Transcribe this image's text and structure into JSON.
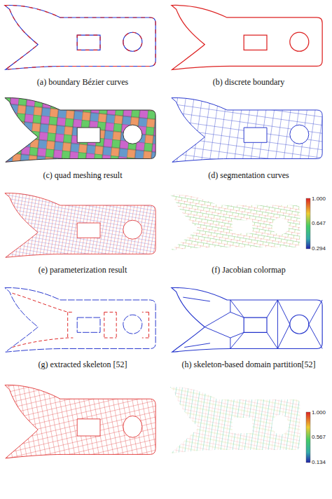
{
  "diagram": {
    "labels": [
      "(a) boundary Bézier curves",
      "(b) discrete boundary",
      "(c) quad meshing result",
      "(d) segmentation curves",
      "(e) parameterization result",
      "(f) Jacobian colormap",
      "(g) extracted skeleton [52]",
      "(h) skeleton-based domain partition[52]",
      "1.000",
      "0.647",
      "0.294",
      "1.000",
      "0.567",
      "0.134"
    ]
  }
}
